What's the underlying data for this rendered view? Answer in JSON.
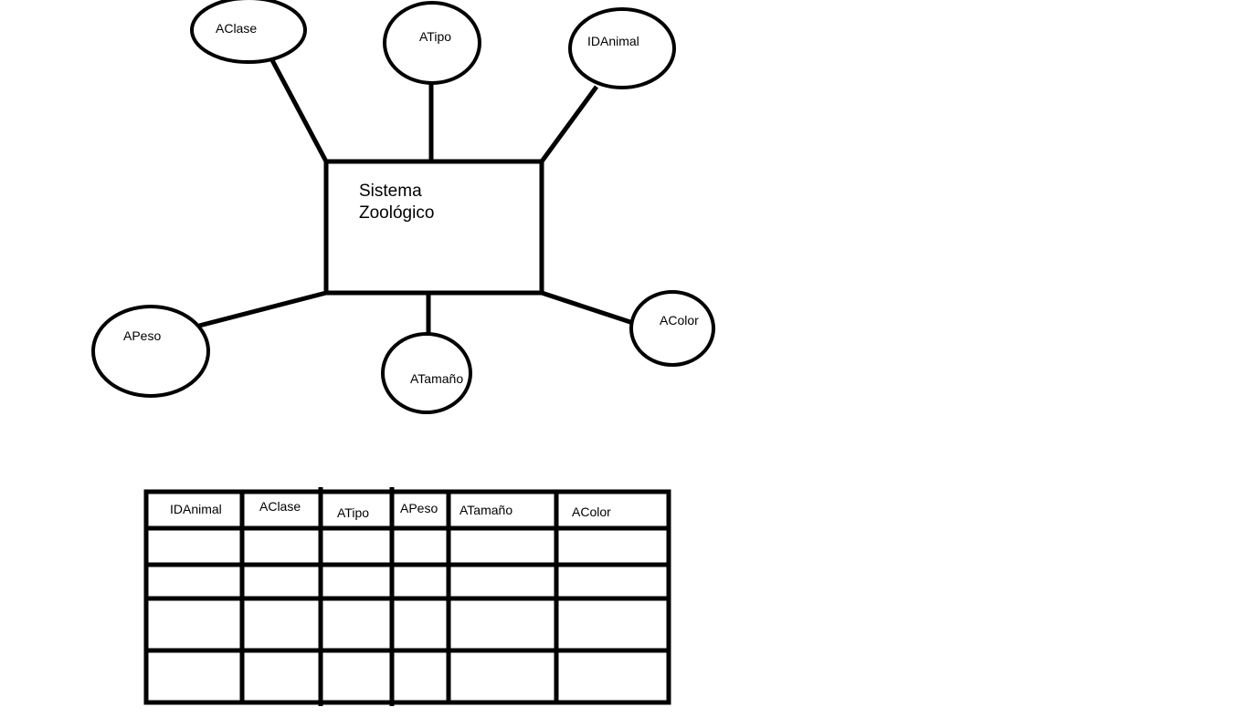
{
  "entity": {
    "line1": "Sistema",
    "line2": "Zoológico"
  },
  "attributes": {
    "aclase": "AClase",
    "atipo": "ATipo",
    "idanimal": "IDAnimal",
    "apeso": "APeso",
    "atamano": "ATamaño",
    "acolor": "AColor"
  },
  "table": {
    "headers": [
      "IDAnimal",
      "AClase",
      "ATipo",
      "APeso",
      "ATamaño",
      "AColor"
    ],
    "empty_rows": 4
  }
}
